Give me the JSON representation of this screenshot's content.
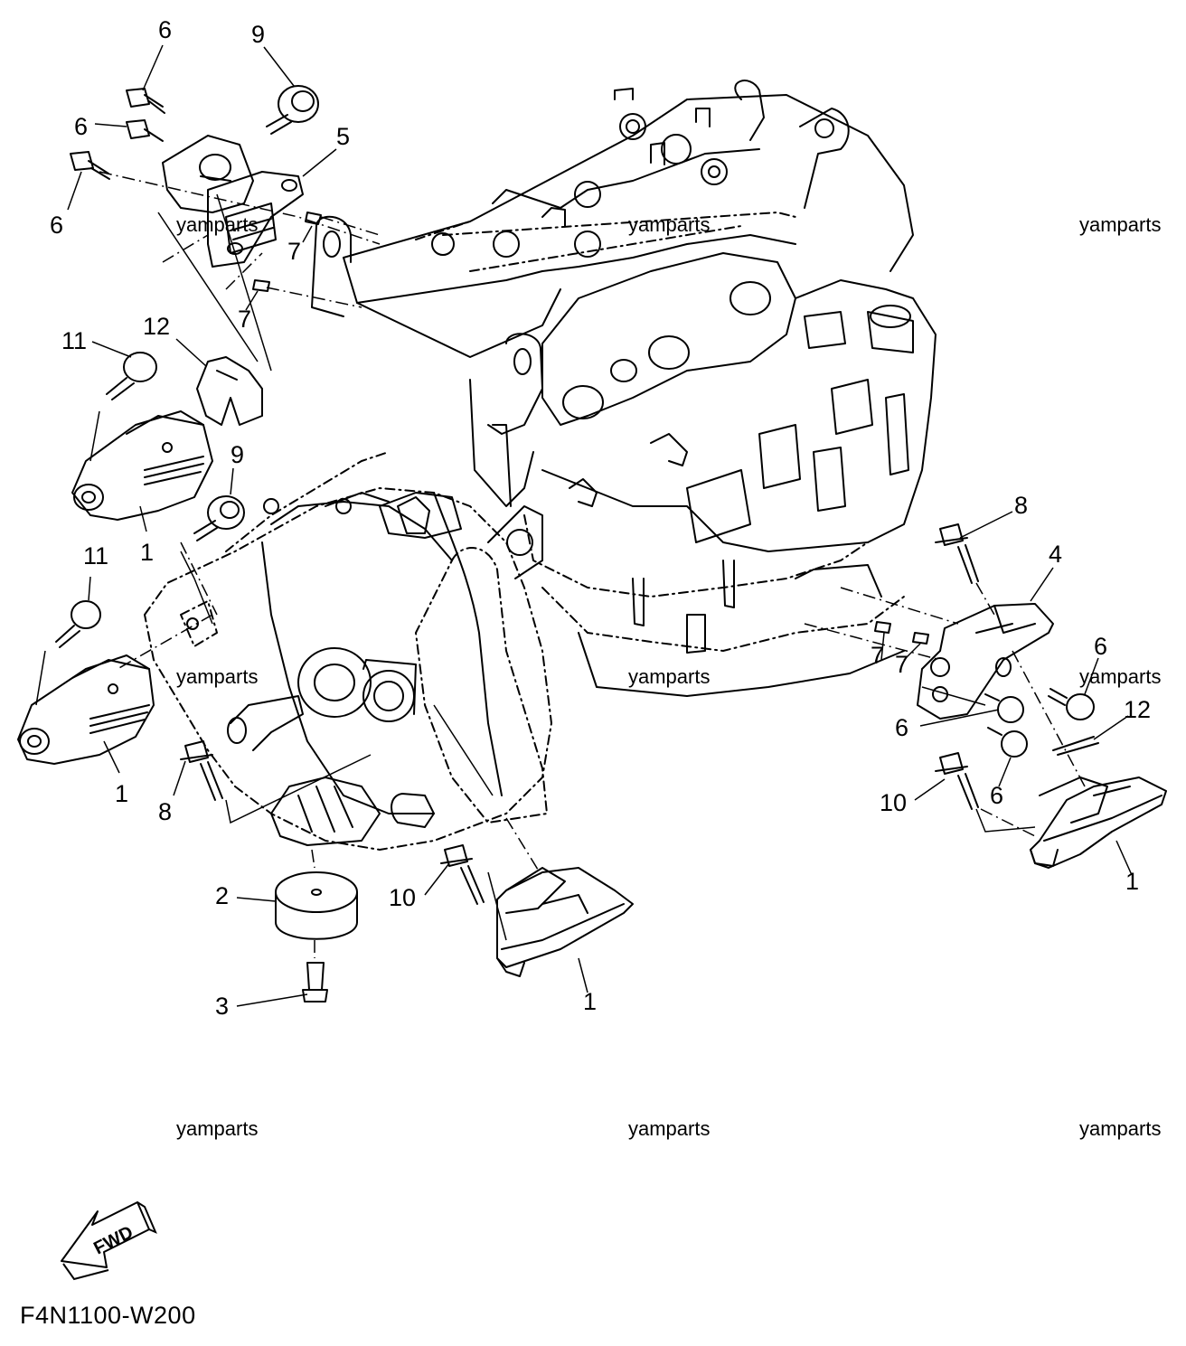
{
  "diagram_code": "F4N1100-W200",
  "watermark_text": "yamparts",
  "fwd_label": "FWD",
  "callouts": [
    "6",
    "9",
    "6",
    "5",
    "6",
    "7",
    "7",
    "11",
    "12",
    "1",
    "9",
    "11",
    "1",
    "8",
    "2",
    "3",
    "10",
    "1",
    "8",
    "4",
    "7",
    "7",
    "6",
    "12",
    "6",
    "6",
    "10",
    "1"
  ],
  "colors": {
    "line": "#000000",
    "background": "#ffffff"
  }
}
